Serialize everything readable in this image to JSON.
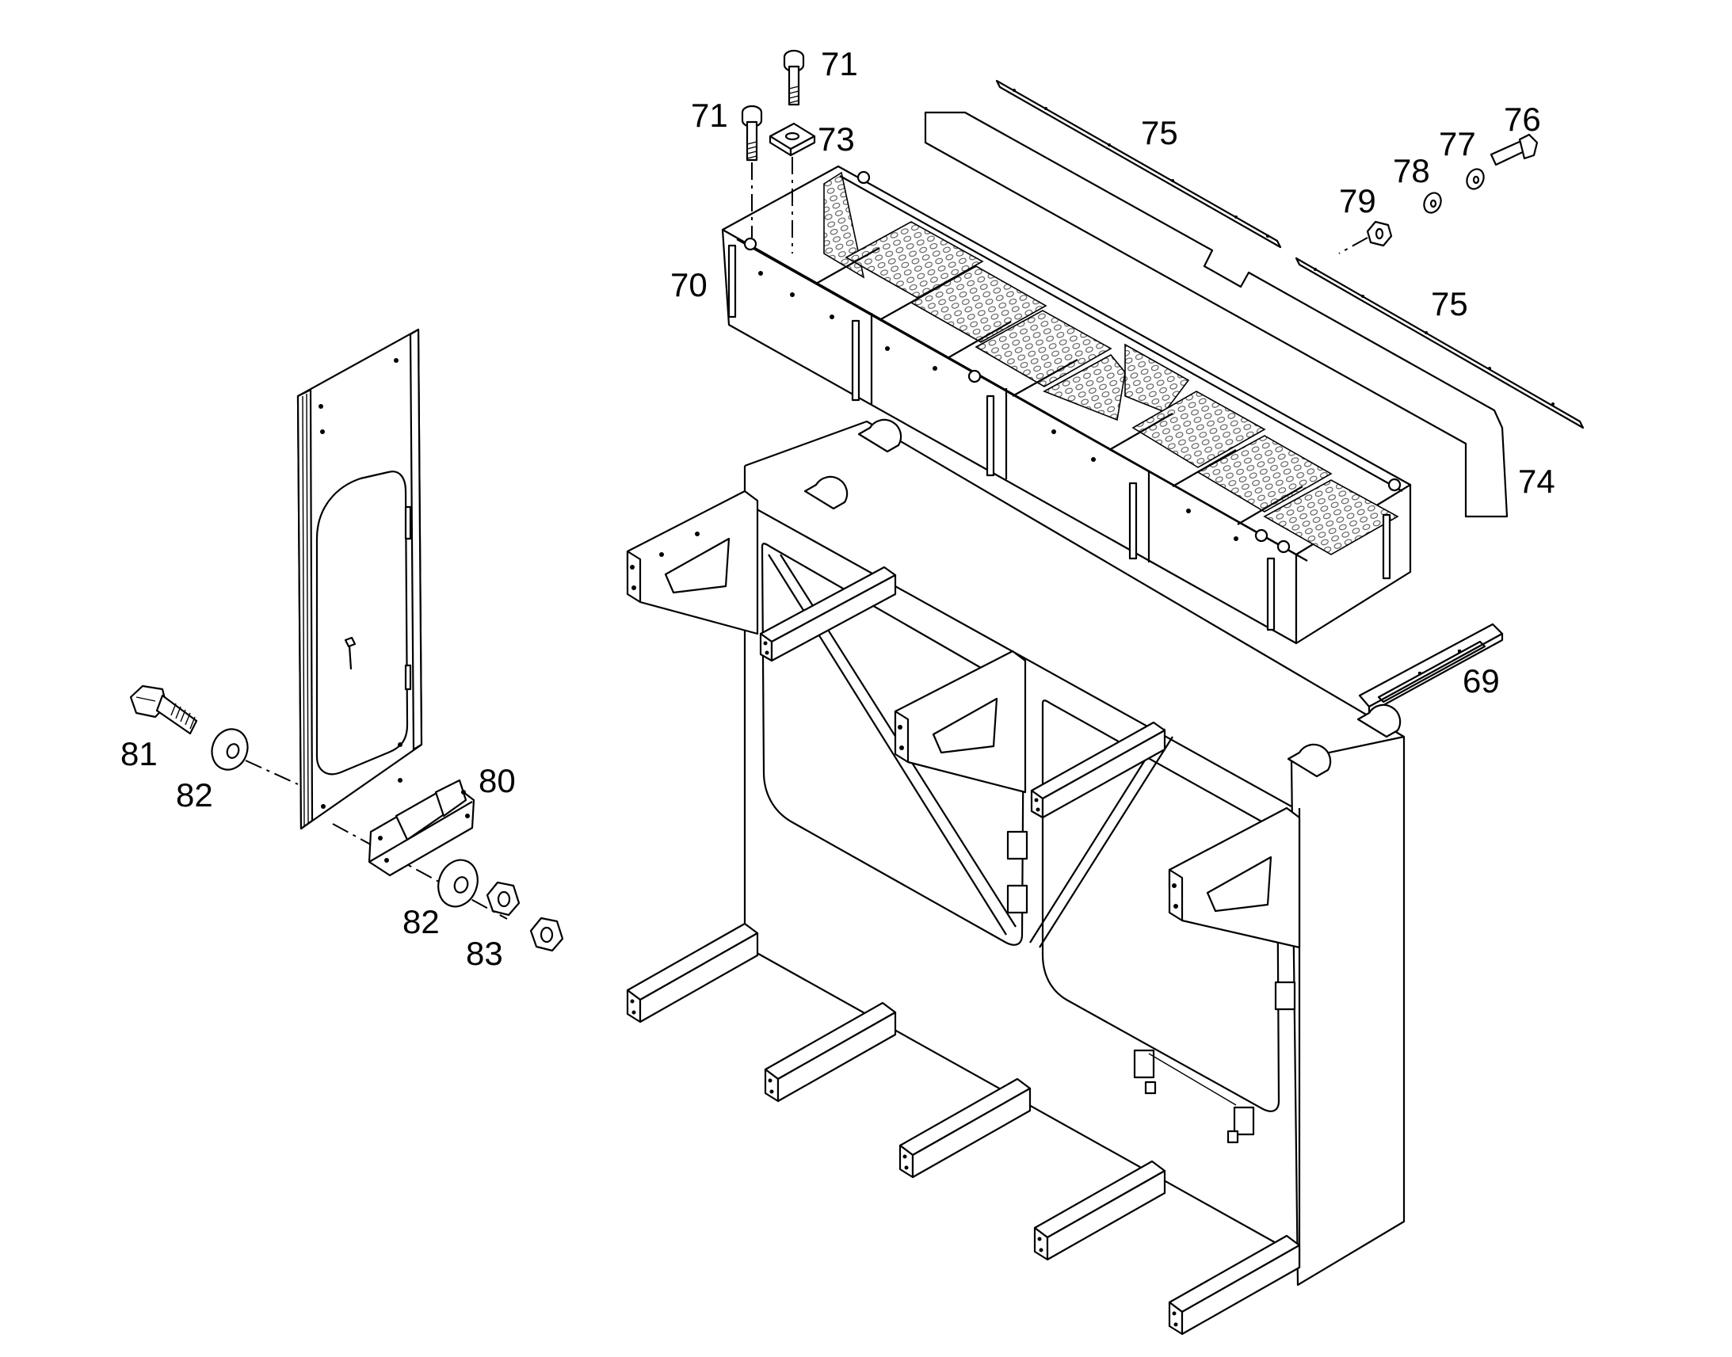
{
  "colors": {
    "line": "#000000",
    "background": "#ffffff",
    "mesh": "#9a9a9a"
  },
  "labels": {
    "p69": "69",
    "p70": "70",
    "p71a": "71",
    "p71b": "71",
    "p73": "73",
    "p74": "74",
    "p75a": "75",
    "p75b": "75",
    "p76": "76",
    "p77": "77",
    "p78": "78",
    "p79": "79",
    "p80": "80",
    "p81": "81",
    "p82a": "82",
    "p82b": "82",
    "p83": "83"
  }
}
